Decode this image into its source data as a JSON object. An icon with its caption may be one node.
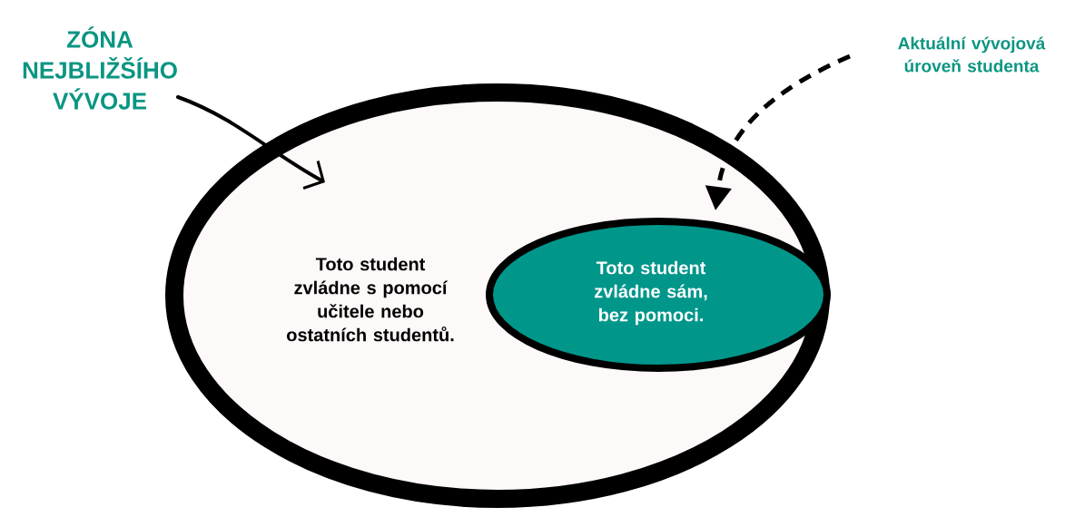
{
  "diagram": {
    "nodes": [
      {
        "text": [
          "ZÓNA NEJBLIŽŠÍHO VÝVOJE"
        ]
      },
      {
        "text": [
          "Toto student zvládne s pomocí učitele nebo ostatních studentů."
        ]
      },
      {
        "text": [
          "Toto student zvládne sám, bez pomoci."
        ],
        "in": 1
      },
      {
        "text": [
          "Aktuální vývojová úroveň studenta"
        ]
      }
    ],
    "edges": [
      {
        "from": 0,
        "to": 1,
        "arrow": "to"
      },
      {
        "from": 3,
        "to": 2,
        "arrow": "to",
        "style": "dashed"
      }
    ]
  }
}
